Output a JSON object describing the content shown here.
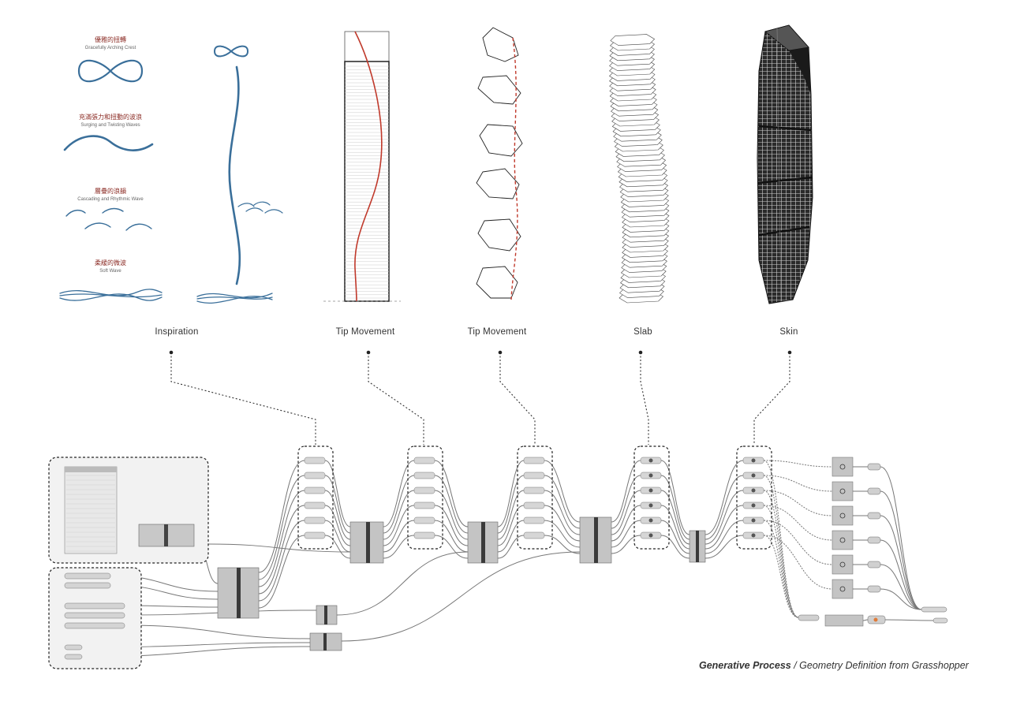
{
  "inspiration_items": [
    {
      "cn": "優雅的扭轉",
      "en": "Gracefully Arching Crest"
    },
    {
      "cn": "充滿張力和扭動的波浪",
      "en": "Surging and Twisting Waves"
    },
    {
      "cn": "層疊的浪韻",
      "en": "Cascading and Rhythmic Wave"
    },
    {
      "cn": "柔緩的微波",
      "en": "Soft Wave"
    }
  ],
  "stage_labels": [
    "Inspiration",
    "Tip Movement",
    "Tip Movement",
    "Slab",
    "Skin"
  ],
  "caption": {
    "bold": "Generative Process",
    "rest": " / Geometry Definition from Grasshopper"
  },
  "colors": {
    "accent_red": "#c0392b",
    "wave_blue": "#3a6f9a",
    "text_dark": "#333333",
    "chinese_red": "#8b2b24"
  }
}
